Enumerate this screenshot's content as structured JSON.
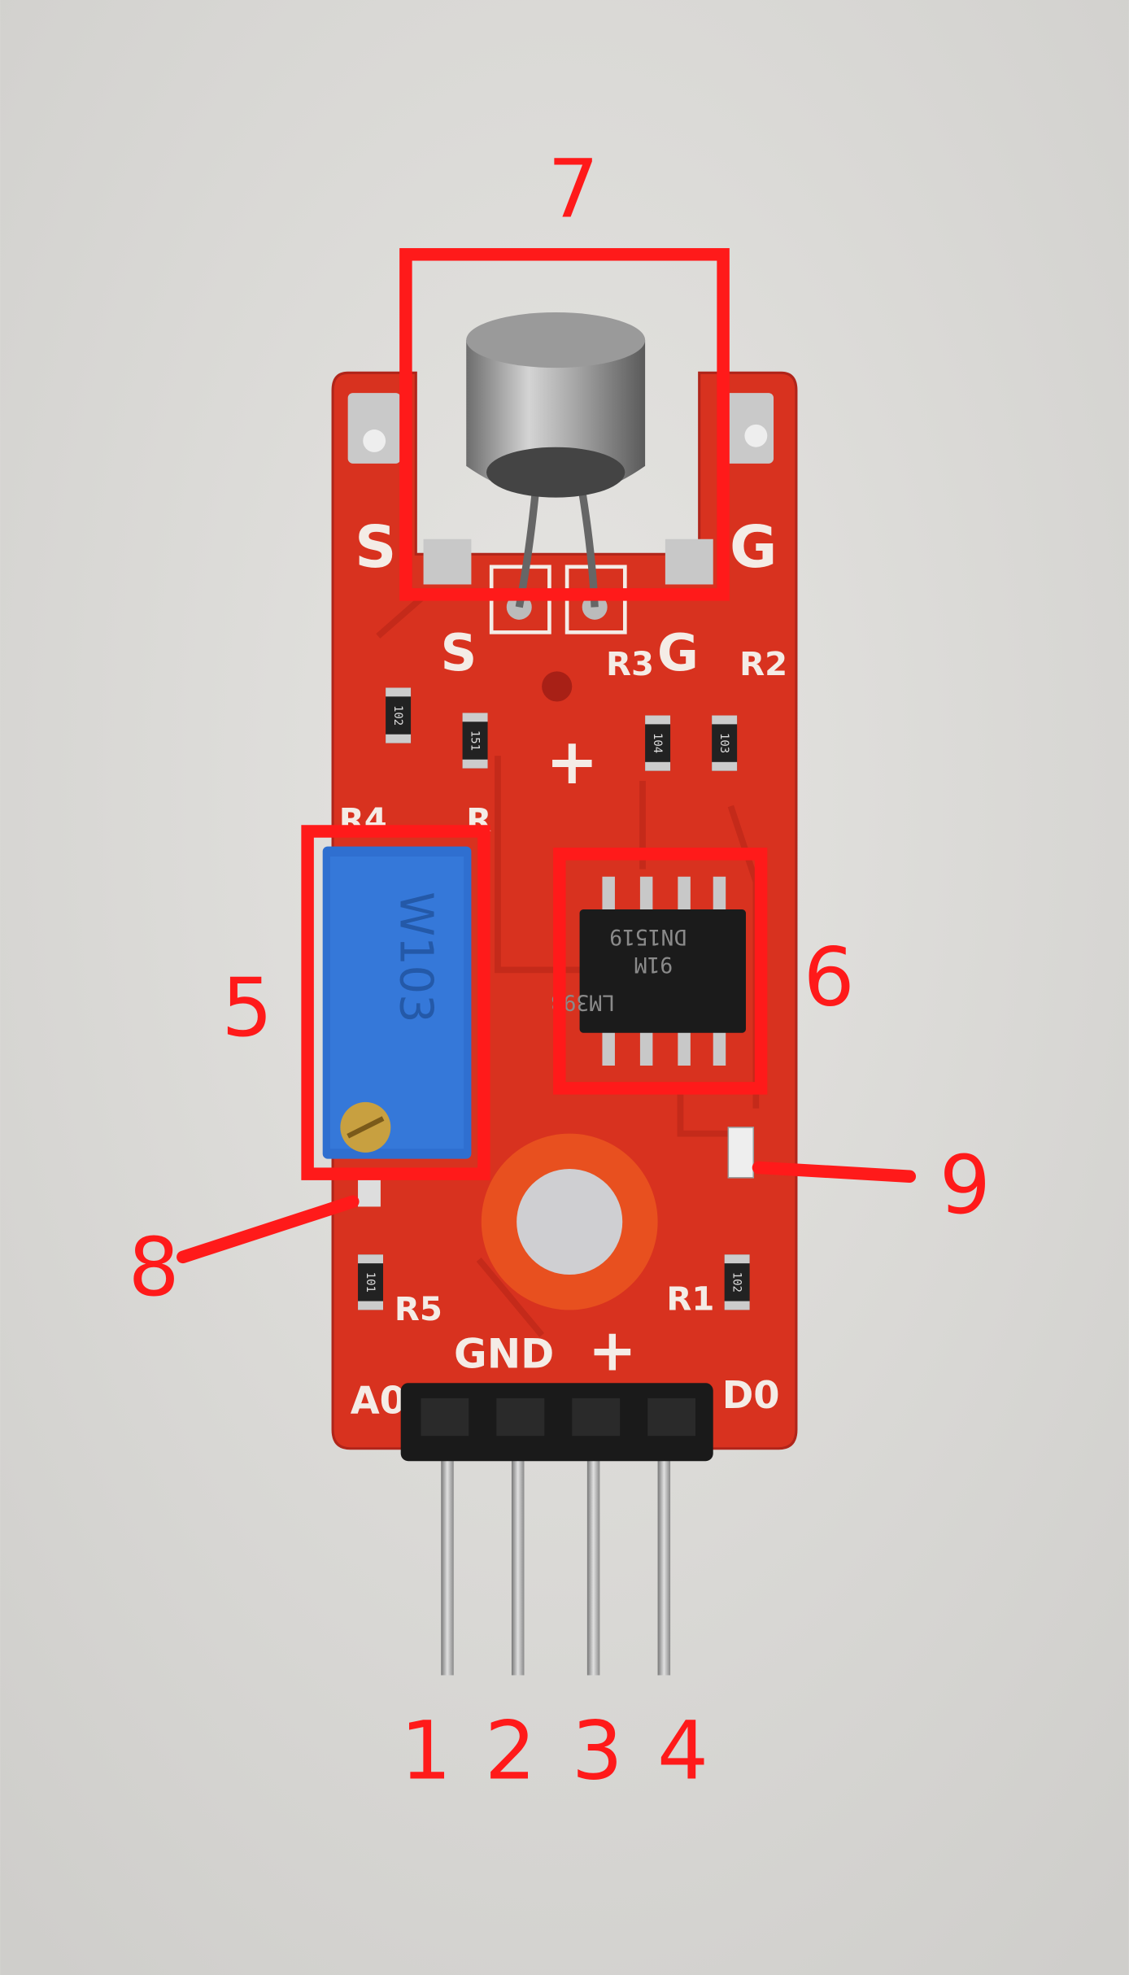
{
  "colors": {
    "annotation": "#ff1a1a",
    "pcb": "#d8321f",
    "background": "#dcdbd8",
    "potentiometer": "#2f6fd0"
  },
  "annotations": {
    "n1": "1",
    "n2": "2",
    "n3": "3",
    "n4": "4",
    "n5": "5",
    "n6": "6",
    "n7": "7",
    "n8": "8",
    "n9": "9"
  },
  "silkscreen": {
    "s_top": "S",
    "g_top": "G",
    "s_pad": "S",
    "g_pad": "G",
    "r3": "R3",
    "r2": "R2",
    "r4": "R4",
    "r_partial": "R",
    "plus_mid": "+",
    "gnd": "GND",
    "plus_bottom": "+",
    "a0": "A0",
    "d0": "D0",
    "r5": "R5",
    "r1": "R1"
  },
  "chip": {
    "line1": "DN1519",
    "line2": "91M",
    "line3": "LM393"
  },
  "resistor_codes": [
    "102",
    "151",
    "104",
    "103",
    "101",
    "102"
  ],
  "pot_marking": "W103"
}
